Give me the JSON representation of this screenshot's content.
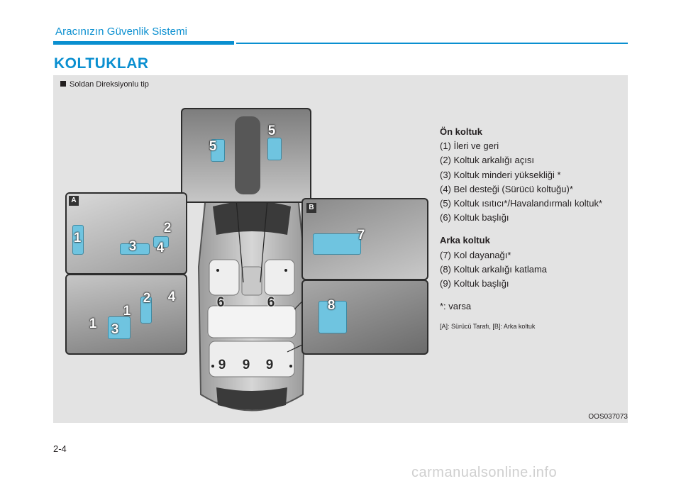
{
  "header": {
    "section_title": "Aracınızın Güvenlik Sistemi"
  },
  "page_heading": "KOLTUKLAR",
  "figure": {
    "caption": "Soldan Direksiyonlu tip",
    "code": "OOS037073",
    "badges": {
      "a": "A",
      "b": "B"
    },
    "callouts": {
      "console_left": "5",
      "console_right": "5",
      "seat_a_1": "1",
      "seat_a_2": "2",
      "seat_a_3": "3",
      "seat_a_4": "4",
      "side_1a": "1",
      "side_1b": "1",
      "side_2": "2",
      "side_3": "3",
      "side_4": "4",
      "car_6l": "6",
      "car_6r": "6",
      "car_9a": "9",
      "car_9b": "9",
      "car_9c": "9",
      "panel_b_7": "7",
      "panel_8": "8"
    }
  },
  "legend": {
    "front_title": "Ön koltuk",
    "front_items": [
      "(1) İleri ve geri",
      "(2) Koltuk arkalığı açısı",
      "(3) Koltuk minderi yüksekliği *",
      "(4) Bel desteği (Sürücü koltuğu)*",
      "(5) Koltuk ısıtıcı*/Havalandırmalı koltuk*",
      "(6) Koltuk başlığı"
    ],
    "rear_title": "Arka koltuk",
    "rear_items": [
      "(7) Kol dayanağı*",
      "(8) Koltuk arkalığı katlama",
      "(9) Koltuk başlığı"
    ],
    "note": "*: varsa",
    "footnote": "[A]: Sürücü Tarafı, [B]: Arka koltuk"
  },
  "page_number": "2-4",
  "watermark": "carmanualsonline.info",
  "colors": {
    "accent": "#0a8fd0",
    "highlight": "#6fc4e0",
    "figure_bg": "#e3e3e3"
  }
}
